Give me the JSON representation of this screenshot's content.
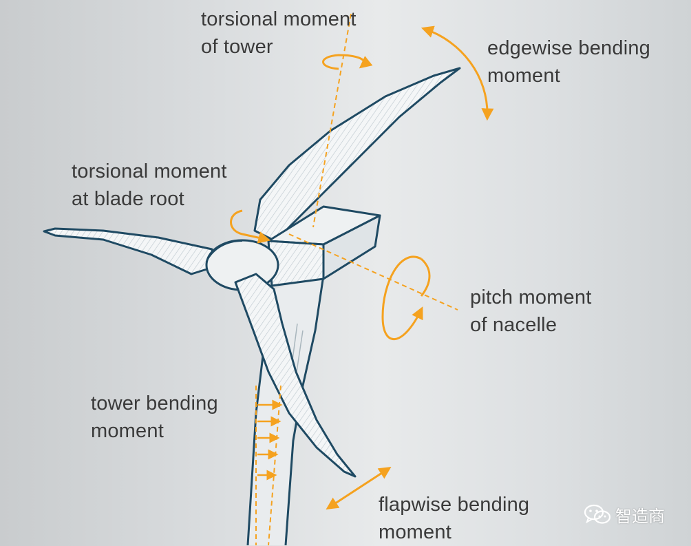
{
  "labels": {
    "torsional_tower": [
      "torsional moment",
      "of tower"
    ],
    "edgewise": [
      "edgewise bending",
      "moment"
    ],
    "torsional_blade": [
      "torsional moment",
      "at blade root"
    ],
    "pitch": [
      "pitch moment",
      "of nacelle"
    ],
    "tower_bending": [
      "tower bending",
      "moment"
    ],
    "flapwise": [
      "flapwise bending",
      "moment"
    ]
  },
  "watermark": {
    "text": "智造商",
    "icon": "wechat-icon"
  },
  "colors": {
    "outline": "#1f4a63",
    "arrow": "#f5a21f",
    "blade_fill": "#f2f4f5",
    "hatch": "#b9c4cb"
  }
}
